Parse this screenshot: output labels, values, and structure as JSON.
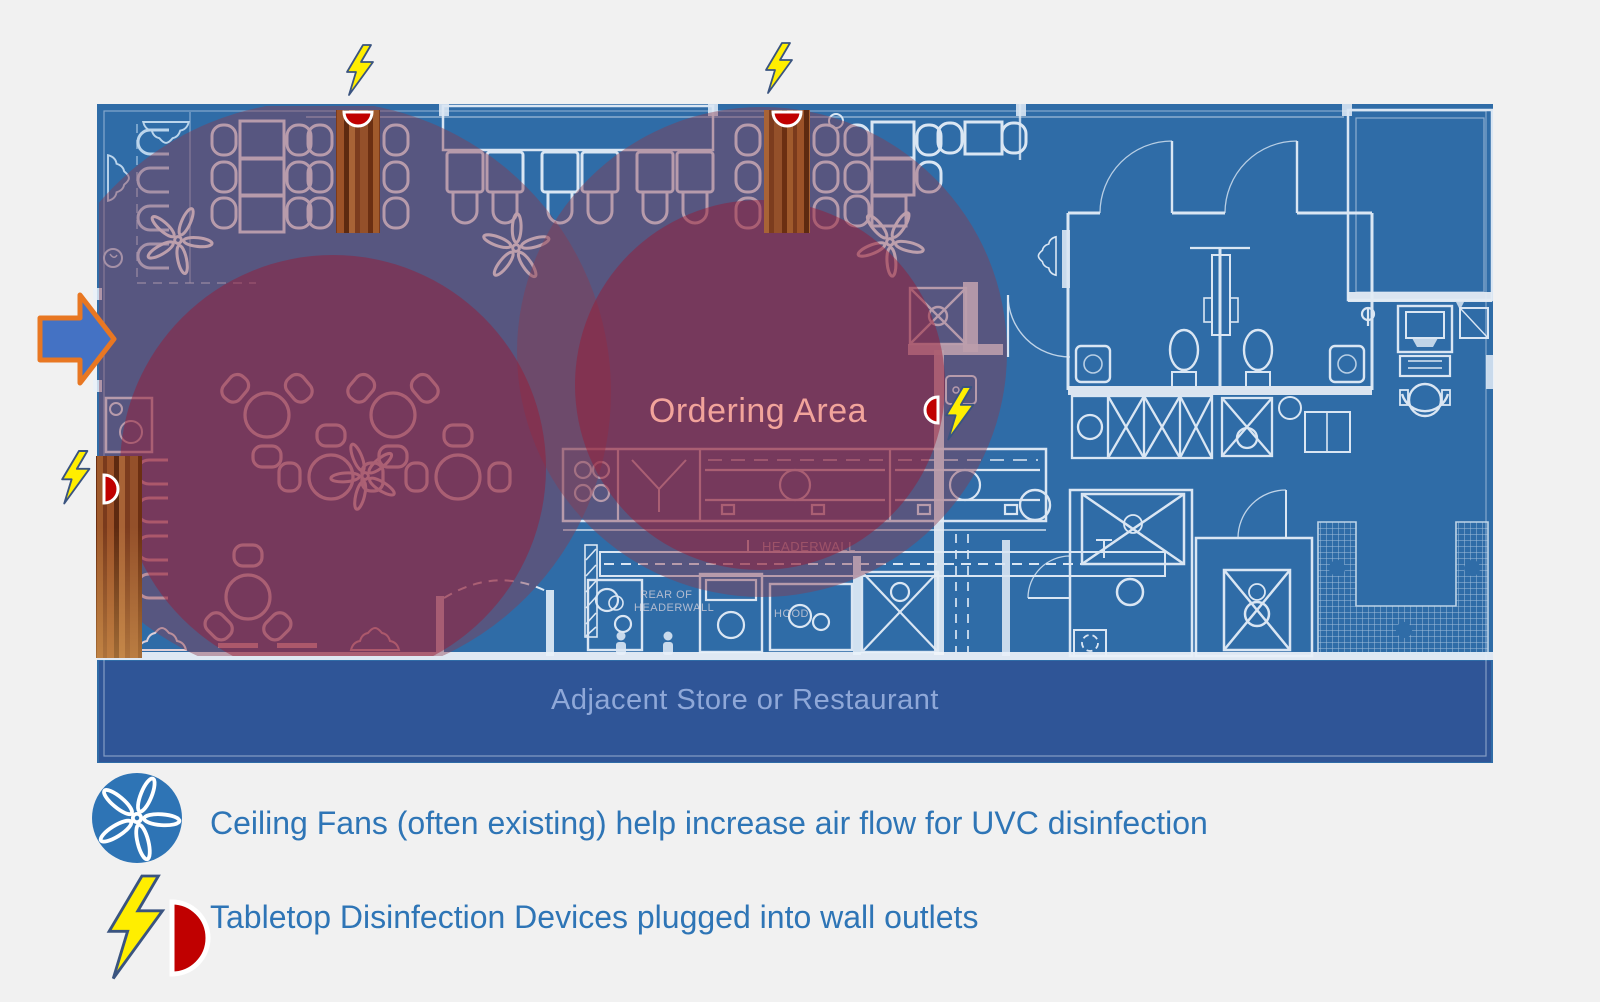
{
  "page": {
    "background": "#F1F1F1"
  },
  "floor_plan": {
    "ordering_area_label": "Ordering Area",
    "adjacent_band_label": "Adjacent Store or Restaurant",
    "annotations": {
      "headerwall": "HEADERWALL",
      "rear_of_headerwall_line1": "REAR OF",
      "rear_of_headerwall_line2": "HEADERWALL",
      "hood": "HOOD"
    },
    "markers": {
      "tabletop_devices": 4,
      "wall_outlet_bolts": 4,
      "ceiling_fans": 4,
      "uvc_coverage_zones": 2
    }
  },
  "legend": {
    "items": [
      {
        "icon": "ceiling-fan-icon",
        "label": "Ceiling Fans (often existing) help increase air flow for UVC disinfection"
      },
      {
        "icon": "tabletop-device-icon",
        "label": "Tabletop Disinfection Devices plugged into wall outlets"
      }
    ]
  },
  "colors": {
    "floor_blue": "#2F6CA7",
    "band_blue": "#2F5597",
    "coverage_light": "#8C3C50",
    "coverage_dark": "#9B1932",
    "device_red": "#C00000",
    "bolt_yellow": "#FFEE00",
    "arrow_fill_blue": "#4472C4",
    "arrow_outline_orange": "#E87722",
    "legend_text_blue": "#2E75B6",
    "legend_circle_blue": "#2E74B5",
    "adjacent_text": "#8FA8D8",
    "ordering_text": "#F2A49B"
  }
}
